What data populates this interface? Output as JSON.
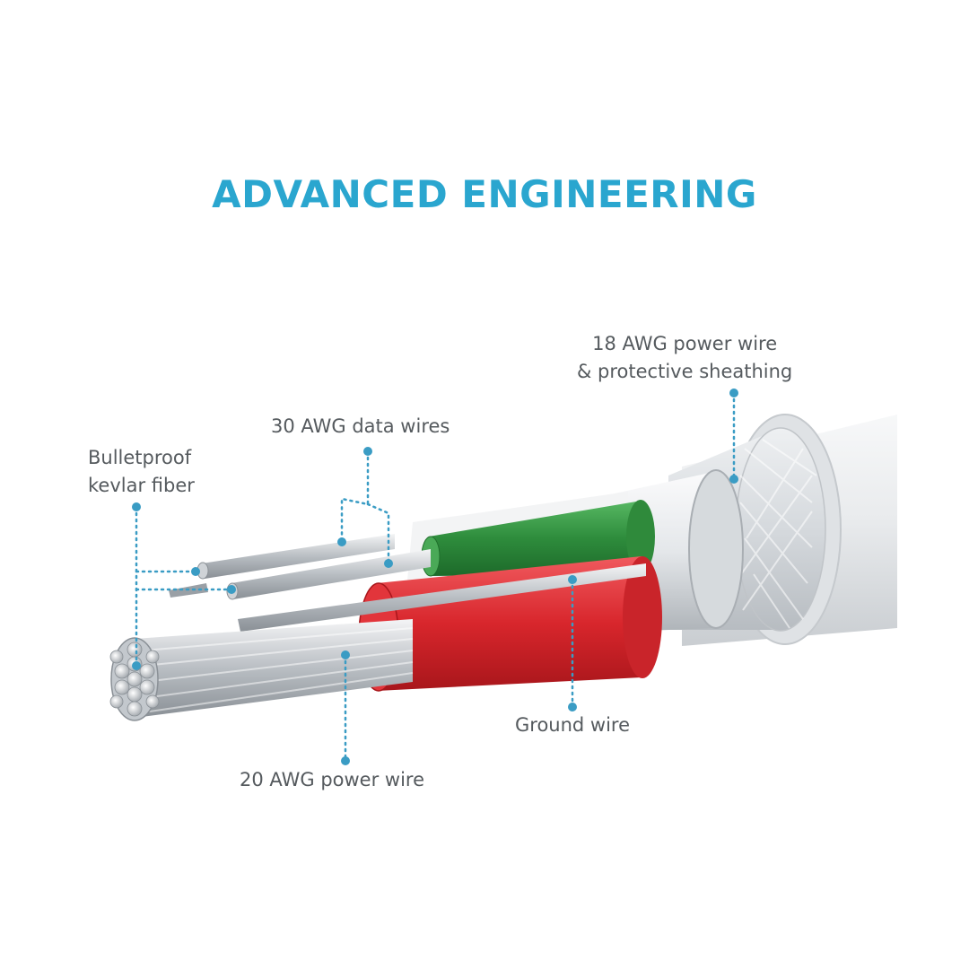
{
  "title": "ADVANCED ENGINEERING",
  "labels": {
    "sheathing_line1": "18 AWG power wire",
    "sheathing_line2": "& protective sheathing",
    "data_wires": "30 AWG data wires",
    "kevlar_line1": "Bulletproof",
    "kevlar_line2": "kevlar fiber",
    "ground": "Ground wire",
    "power_wire": "20 AWG power wire"
  },
  "colors": {
    "title": "#2aa6cf",
    "callout": "#3a9cc4",
    "label_text": "#555a5e",
    "green_insulation": "#2e8c3c",
    "red_insulation": "#d8262c",
    "sheath": "#e8eaec"
  }
}
